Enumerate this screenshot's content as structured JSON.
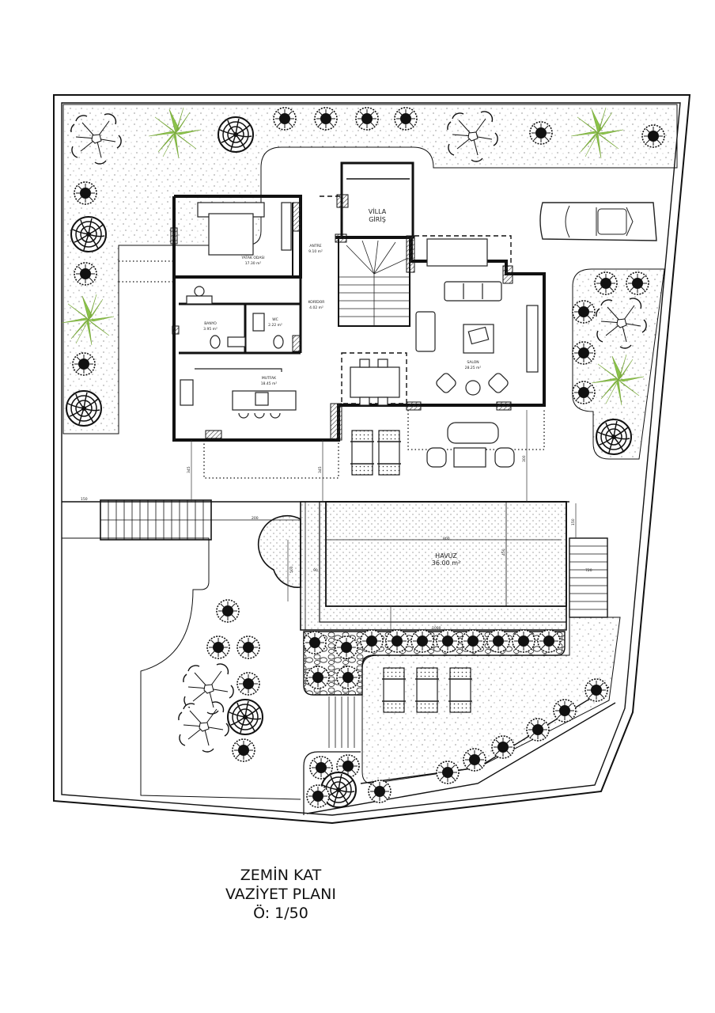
{
  "drawing": {
    "title_line1": "ZEMİN KAT",
    "title_line2": "VAZİYET PLANI",
    "scale": "Ö: 1/50"
  },
  "rooms": {
    "entrance": {
      "name_1": "VİLLA",
      "name_2": "GİRİŞ"
    },
    "bedroom": {
      "name": "YATAK ODASI",
      "area": "17.30 m²"
    },
    "hall": {
      "name": "ANTRE",
      "area": "9.10 m²"
    },
    "corridor": {
      "name": "KORİDOR",
      "area": "4.02 m²"
    },
    "bathroom": {
      "name": "BANYO",
      "area": "3.95 m²"
    },
    "wc": {
      "name": "WC",
      "area": "2.22 m²"
    },
    "kitchen": {
      "name": "MUTFAK",
      "area": "18.45 m²"
    },
    "living": {
      "name": "SALON",
      "area": "28.25 m²"
    },
    "pool": {
      "name": "HAVUZ",
      "area": "36.00 m²"
    }
  },
  "dimensions": {
    "d150": "150",
    "d200": "200",
    "d345a": "345",
    "d345b": "345",
    "d300": "300",
    "d800": "800",
    "d450": "450",
    "d1000": "1000",
    "d150b": "150",
    "d500": "500",
    "d720": "720",
    "d90": "90"
  },
  "colors": {
    "palm": "#8bc34a",
    "line": "#111111",
    "hatch": "#555555"
  }
}
